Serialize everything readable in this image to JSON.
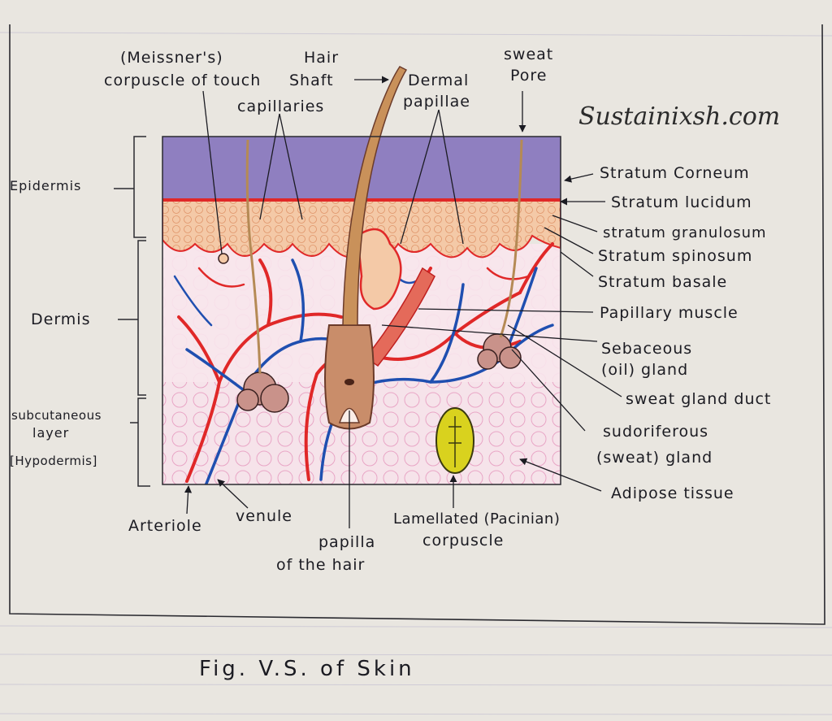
{
  "watermark": "Sustainixsh.com",
  "caption": "Fig. V.S. of Skin",
  "labels": {
    "meissner_line1": "(Meissner's)",
    "meissner_line2": "corpuscle of touch",
    "capillaries": "capillaries",
    "hair_shaft_line1": "Hair",
    "hair_shaft_line2": "Shaft",
    "dermal_papillae_line1": "Dermal",
    "dermal_papillae_line2": "papillae",
    "sweat_pore_line1": "sweat",
    "sweat_pore_line2": "Pore",
    "epidermis": "Epidermis",
    "dermis": "Dermis",
    "subcutaneous_line1": "subcutaneous",
    "subcutaneous_line2": "layer",
    "hypodermis": "[Hypodermis]",
    "stratum_corneum": "Stratum Corneum",
    "stratum_lucidum": "Stratum lucidum",
    "stratum_granulosum": "stratum granulosum",
    "stratum_spinosum": "Stratum spinosum",
    "stratum_basale": "Stratum basale",
    "papillary_muscle": "Papillary muscle",
    "sebaceous_line1": "Sebaceous",
    "sebaceous_line2": "(oil) gland",
    "sweat_gland_duct": "sweat gland duct",
    "sudoriferous_line1": "sudoriferous",
    "sudoriferous_line2": "(sweat) gland",
    "adipose_tissue": "Adipose tissue",
    "arteriole": "Arteriole",
    "venule": "venule",
    "papilla_line1": "papilla",
    "papilla_line2": "of the hair",
    "lamellated_line1": "Lamellated (Pacinian)",
    "lamellated_line2": "corpuscle"
  },
  "colors": {
    "paper": "#e9e6e0",
    "stratum_corneum": "#8f7fc0",
    "epidermis_cells": "#f3b48a",
    "artery": "#e02828",
    "vein": "#1f4fb0",
    "dermis_bg": "#f7e4ea",
    "hair": "#c9915a",
    "adipose": "#f1c6d8",
    "corpuscle": "#d9d21e"
  }
}
